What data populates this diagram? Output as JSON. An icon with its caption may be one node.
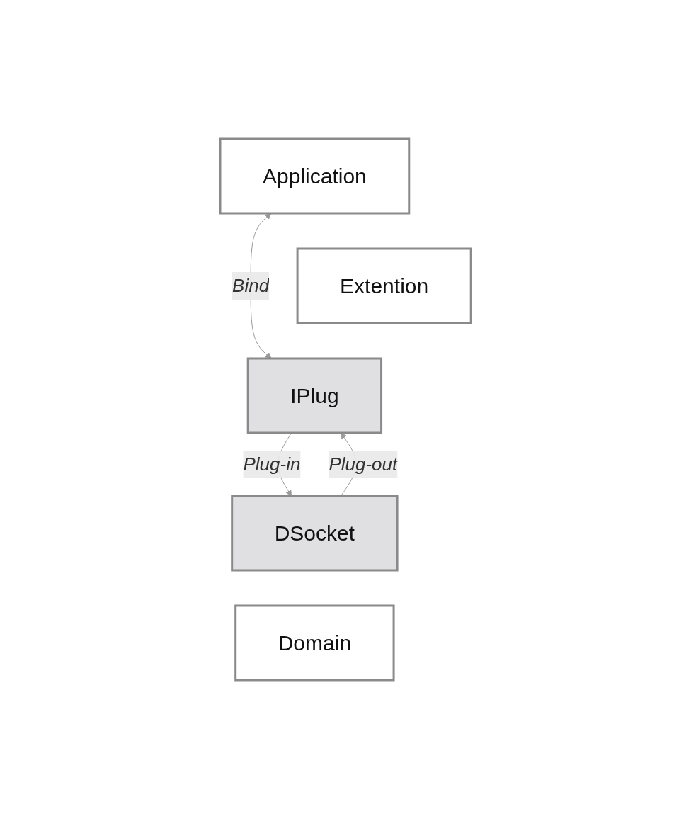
{
  "diagram": {
    "nodes": [
      {
        "text": [
          "Application"
        ]
      },
      {
        "text": [
          "Extention"
        ]
      },
      {
        "text": [
          "IPlug"
        ]
      },
      {
        "text": [
          "DSocket"
        ]
      },
      {
        "text": [
          "Domain"
        ]
      }
    ],
    "edges": [
      {
        "from": 0,
        "to": 2,
        "arrow": "both",
        "label": "Bind"
      },
      {
        "from": 2,
        "to": 3,
        "arrow": "to",
        "label": "Plug-in"
      },
      {
        "from": 3,
        "to": 2,
        "arrow": "to",
        "label": "Plug-out"
      }
    ]
  }
}
